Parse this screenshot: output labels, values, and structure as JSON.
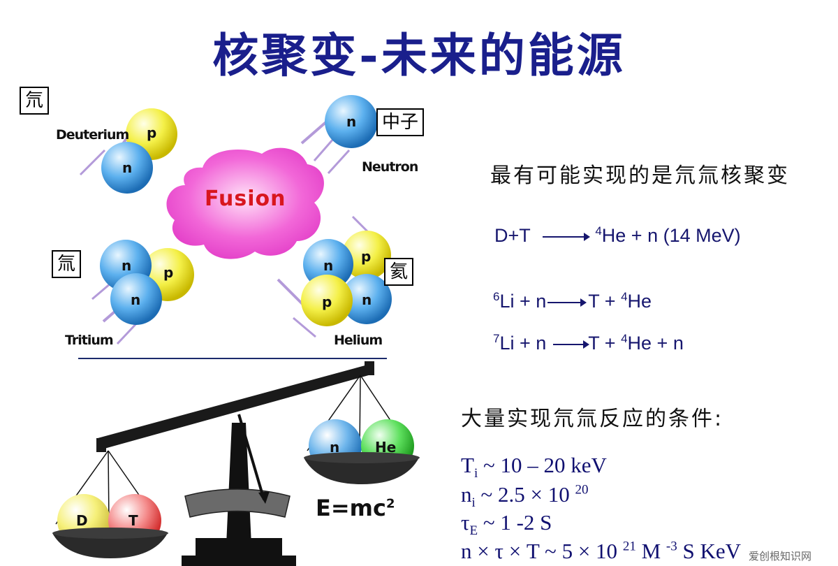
{
  "title": "核聚变-未来的能源",
  "labels": {
    "deuterium_cn": "氘",
    "deuterium_en": "Deuterium",
    "neutron_cn": "中子",
    "neutron_en": "Neutron",
    "tritium_cn": "氚",
    "tritium_en": "Tritium",
    "helium_cn": "氦",
    "helium_en": "Helium",
    "fusion": "Fusion"
  },
  "balls": {
    "p": "p",
    "n": "n",
    "D": "D",
    "T": "T",
    "He": "He"
  },
  "formula_emc": {
    "base": "E=mc",
    "exp": "2"
  },
  "right": {
    "headline": "最有可能实现的是氘氚核聚变",
    "reaction1": {
      "lhs": "D+T",
      "sup": "4",
      "rhs": "He + n (14 MeV)"
    },
    "reaction2": {
      "sup1": "6",
      "lhs": "Li + n",
      "rhs_a": "T + ",
      "sup2": "4",
      "rhs_b": "He"
    },
    "reaction3": {
      "sup1": "7",
      "lhs": "Li + n",
      "rhs_a": "T + ",
      "sup2": "4",
      "rhs_b": "He + n"
    },
    "conditions_title": "大量实现氘氚反应的条件:",
    "cond1": {
      "a": "T",
      "sub": "i",
      "b": " ~ 10 – 20 keV"
    },
    "cond2": {
      "a": "n",
      "sub": "i",
      "b": " ~ 2.5 × 10 ",
      "sup": "20"
    },
    "cond3": {
      "a": "τ",
      "sub": "E",
      "b": " ~ 1 -2 S"
    },
    "cond4": {
      "a": "n × τ × T ~ 5 × 10 ",
      "sup1": "21",
      "b": " M ",
      "sup2": "-3",
      "c": " S KeV"
    }
  },
  "watermark": "爱创根知识网",
  "colors": {
    "title": "#1a1f8c",
    "equation": "#16166e",
    "fusion_blob": "#ee4fd2",
    "proton": "#f2ef3a",
    "neutron": "#55a9ec",
    "divider": "#1b2a6b"
  }
}
